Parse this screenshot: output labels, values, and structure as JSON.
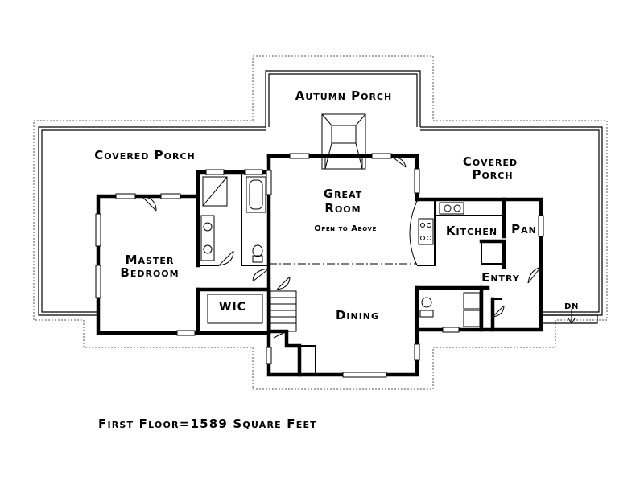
{
  "rooms": {
    "autumn_porch": "Autumn Porch",
    "covered_porch_left": "Covered Porch",
    "covered_porch_right_line1": "Covered",
    "covered_porch_right_line2": "Porch",
    "great_room_line1": "Great",
    "great_room_line2": "Room",
    "open_to_above": "Open to Above",
    "kitchen": "Kitchen",
    "pantry": "Pan",
    "master_bedroom_line1": "Master",
    "master_bedroom_line2": "Bedroom",
    "entry": "Entry",
    "wic": "WIC",
    "dining": "Dining",
    "stair_down": "DN"
  },
  "footer": {
    "area_label": "First Floor=1589 Square Feet"
  }
}
